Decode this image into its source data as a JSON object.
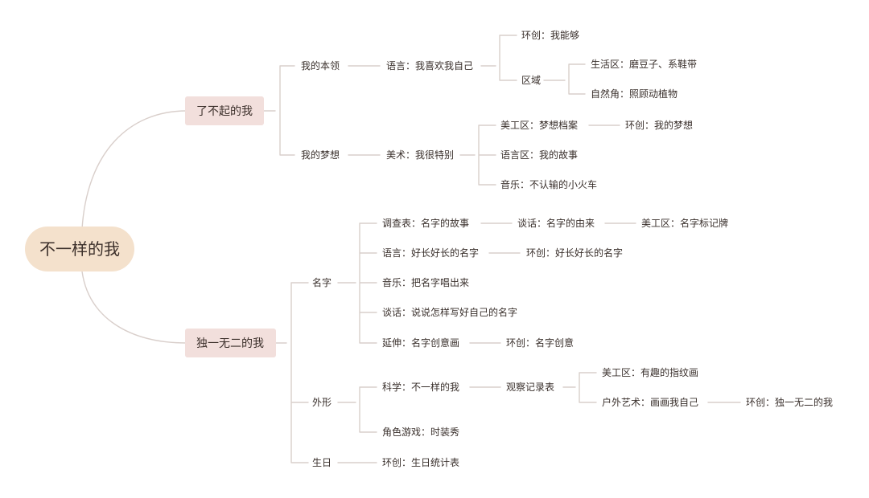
{
  "root": "不一样的我",
  "branch_a": {
    "label": "了不起的我",
    "benling": {
      "label": "我的本领",
      "yuyan": "语言：我喜欢我自己",
      "huanchuang": "环创：我能够",
      "quyu": "区域",
      "shenghuo": "生活区：磨豆子、系鞋带",
      "ziran": "自然角：照顾动植物"
    },
    "mengxiang": {
      "label": "我的梦想",
      "meishu": "美术：我很特别",
      "meigong": "美工区：梦想档案",
      "huanchuang": "环创：我的梦想",
      "yuyanqu": "语言区：我的故事",
      "yinyue": "音乐：不认输的小火车"
    }
  },
  "branch_b": {
    "label": "独一无二的我",
    "mingzi": {
      "label": "名字",
      "diaocha": "调查表：名字的故事",
      "tanhua_youlai": "谈话：名字的由来",
      "meigong_biaoji": "美工区：名字标记牌",
      "yuyan": "语言：好长好长的名字",
      "huanchuang_changming": "环创：好长好长的名字",
      "yinyue": "音乐：把名字唱出来",
      "tanhua_xie": "谈话：说说怎样写好自己的名字",
      "yanshen": "延伸：名字创意画",
      "huanchuang_chuangyi": "环创：名字创意"
    },
    "waixing": {
      "label": "外形",
      "kexue": "科学：不一样的我",
      "guancha": "观察记录表",
      "meigong_zhiwen": "美工区：有趣的指纹画",
      "huwai": "户外艺术：画画我自己",
      "huanchuang_duyi": "环创：独一无二的我",
      "juese": "角色游戏：时装秀"
    },
    "shengri": {
      "label": "生日",
      "huanchuang": "环创：生日统计表"
    }
  }
}
